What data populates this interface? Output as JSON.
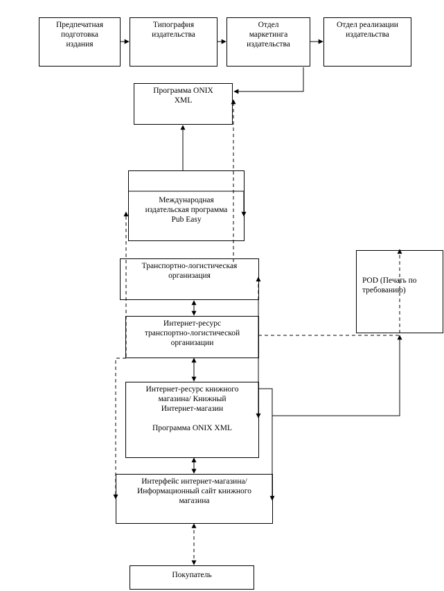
{
  "diagram": {
    "nodes": [
      {
        "id": "prepress",
        "text": "Предпечатная\nподготовка\nиздания"
      },
      {
        "id": "printing",
        "text": "Типография\nиздательства"
      },
      {
        "id": "marketing",
        "text": "Отдел\nмаркетинга\nиздательства"
      },
      {
        "id": "sales",
        "text": "Отдел реализации\nиздательства"
      },
      {
        "id": "onix",
        "text": "Программа ONIX\nXML"
      },
      {
        "id": "pubeasy",
        "text": "Международная\nиздательская программа\nPub Easy"
      },
      {
        "id": "logistics",
        "text": "Транспортно-логистическая\nорганизация"
      },
      {
        "id": "logistics_web",
        "text": "Интернет-ресурс\nтранспортно-логистической\nорганизации"
      },
      {
        "id": "bookshop_web",
        "text": "Интернет-ресурс книжного\nмагазина/ Книжный\nИнтернет-магазин\n\nПрограмма ONIX XML"
      },
      {
        "id": "shop_interface",
        "text": "Интерфейс интернет-магазина/\nИнформационный сайт книжного\nмагазина"
      },
      {
        "id": "buyer",
        "text": "Покупатель"
      },
      {
        "id": "pod",
        "text": "POD (Печать по\nтребованию)"
      }
    ]
  }
}
